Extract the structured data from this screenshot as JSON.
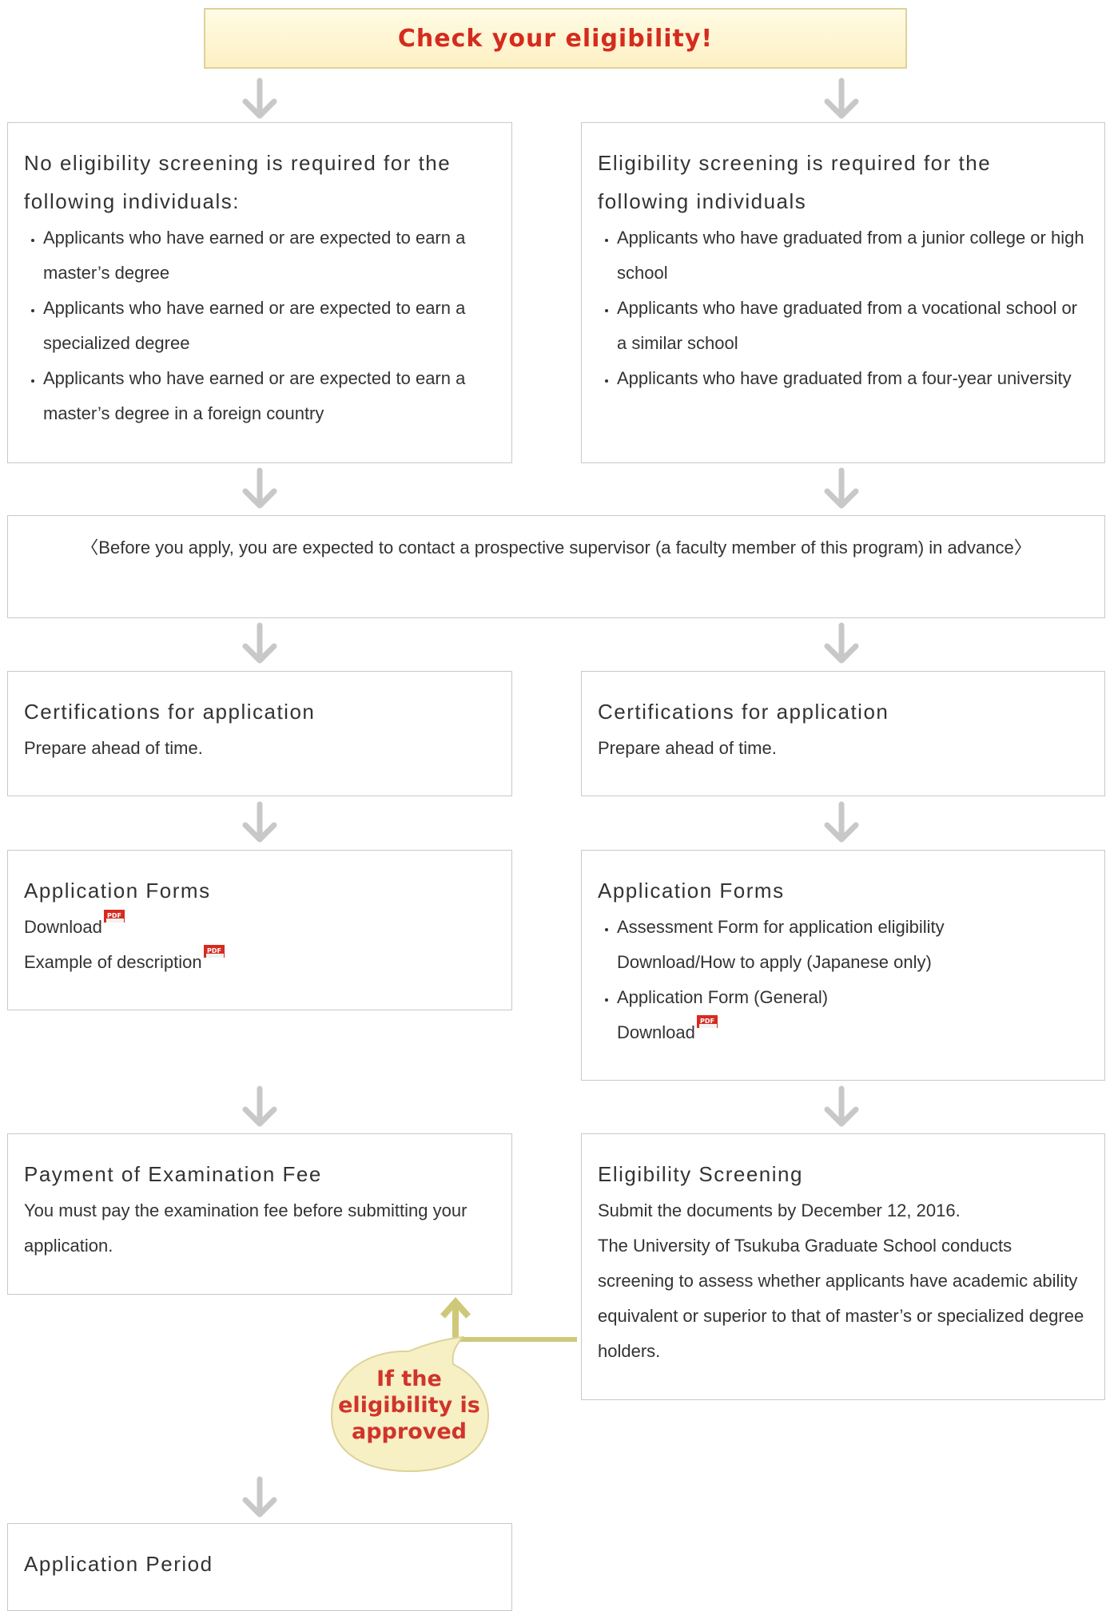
{
  "banner": {
    "title": "Check your eligibility!"
  },
  "left_top": {
    "title": "No eligibility screening is required for the following individuals:",
    "items": [
      "Applicants who have earned or are expected to earn a master’s degree",
      "Applicants who have earned or are expected to earn a specialized degree",
      "Applicants who have earned or are expected to earn a master’s degree in a foreign country"
    ]
  },
  "right_top": {
    "title": "Eligibility screening is required for the following individuals",
    "items": [
      "Applicants who have graduated from a junior college or high school",
      "Applicants who have graduated from a vocational school or a similar school",
      "Applicants who have graduated from a four-year university"
    ]
  },
  "contact_note": "〈Before you apply, you are expected to contact a prospective supervisor (a faculty member of this program) in advance〉",
  "left_cert": {
    "title": "Certifications for application",
    "text": "Prepare ahead of time."
  },
  "right_cert": {
    "title": "Certifications for application",
    "text": "Prepare ahead of time."
  },
  "left_forms": {
    "title": "Application Forms",
    "download": "Download",
    "example": "Example of description"
  },
  "right_forms": {
    "title": "Application Forms",
    "item1": "Assessment Form for application eligibility",
    "item1_link": "Download/How to apply (Japanese only)",
    "item2": "Application Form (General)",
    "item2_link": "Download"
  },
  "payment": {
    "title": "Payment of Examination Fee",
    "text": "You must pay the examination fee before submitting your application."
  },
  "screening": {
    "title": "Eligibility Screening",
    "line1": "Submit the documents by December 12, 2016.",
    "line2": "The University of Tsukuba Graduate School conducts screening to assess whether applicants have academic ability equivalent or superior to that of master’s or specialized degree holders."
  },
  "callout": {
    "line1": "If the",
    "line2": "eligibility is",
    "line3": "approved"
  },
  "application_period": {
    "title": "Application Period"
  },
  "icons": {
    "pdf": "pdf-icon",
    "arrow": "arrow-down-icon"
  },
  "colors": {
    "banner_text": "#d52b1e",
    "arrow": "#c8c8c8",
    "connector": "#cfc879",
    "callout_fill": "#f7f0c4",
    "callout_text": "#d0342c"
  }
}
